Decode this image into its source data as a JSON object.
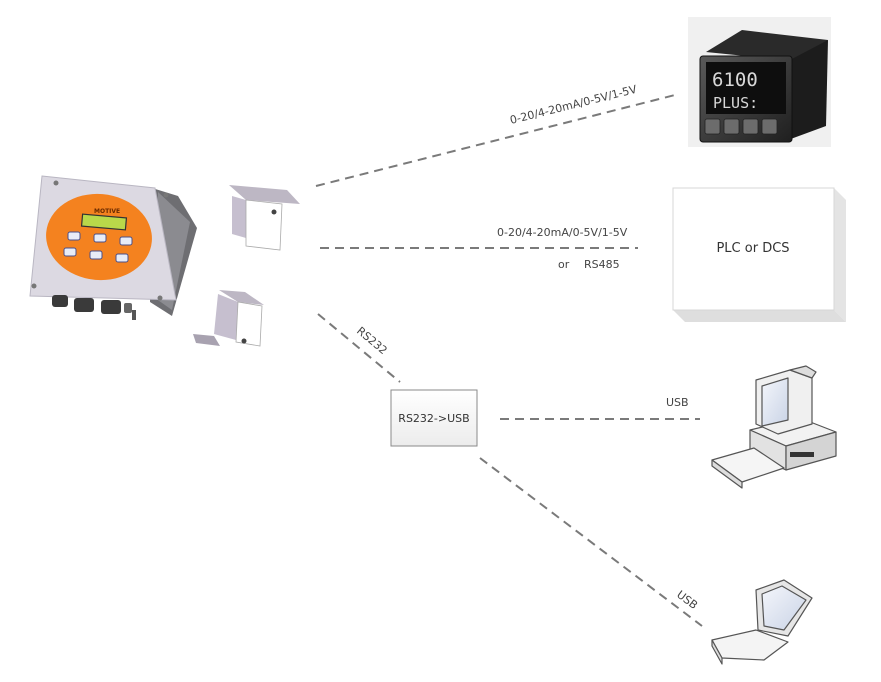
{
  "diagram": {
    "title": "",
    "nodes": {
      "controller": {
        "label": "",
        "brand": "MOTIVE",
        "kind": "wall-mount analyzer / controller"
      },
      "bracket_upper": {
        "kind": "mounting bracket"
      },
      "bracket_lower": {
        "kind": "mounting bracket"
      },
      "panel_meter": {
        "kind": "panel indicator",
        "display_top": "6100",
        "display_bottom": "PLUS:"
      },
      "plc": {
        "label": "PLC or DCS"
      },
      "converter": {
        "label": "RS232->USB"
      },
      "desktop": {
        "kind": "desktop computer"
      },
      "laptop": {
        "kind": "laptop computer"
      }
    },
    "links": [
      {
        "name": "link-analog-to-meter",
        "from": "controller",
        "to": "panel_meter",
        "label": "0-20/4-20mA/0-5V/1-5V"
      },
      {
        "name": "link-analog-to-plc",
        "from": "controller",
        "to": "plc",
        "label": "0-20/4-20mA/0-5V/1-5V",
        "sublabel_or": "or",
        "sublabel": "RS485"
      },
      {
        "name": "link-rs232",
        "from": "controller",
        "to": "converter",
        "label": "RS232"
      },
      {
        "name": "link-usb-desktop",
        "from": "converter",
        "to": "desktop",
        "label": "USB"
      },
      {
        "name": "link-usb-laptop",
        "from": "converter",
        "to": "laptop",
        "label": "USB"
      }
    ]
  },
  "colors": {
    "controller_face": "#f4821f",
    "lcd": "#b9d84a",
    "enclosure": "#d9d6e0",
    "dash": "#7a7a7a"
  }
}
